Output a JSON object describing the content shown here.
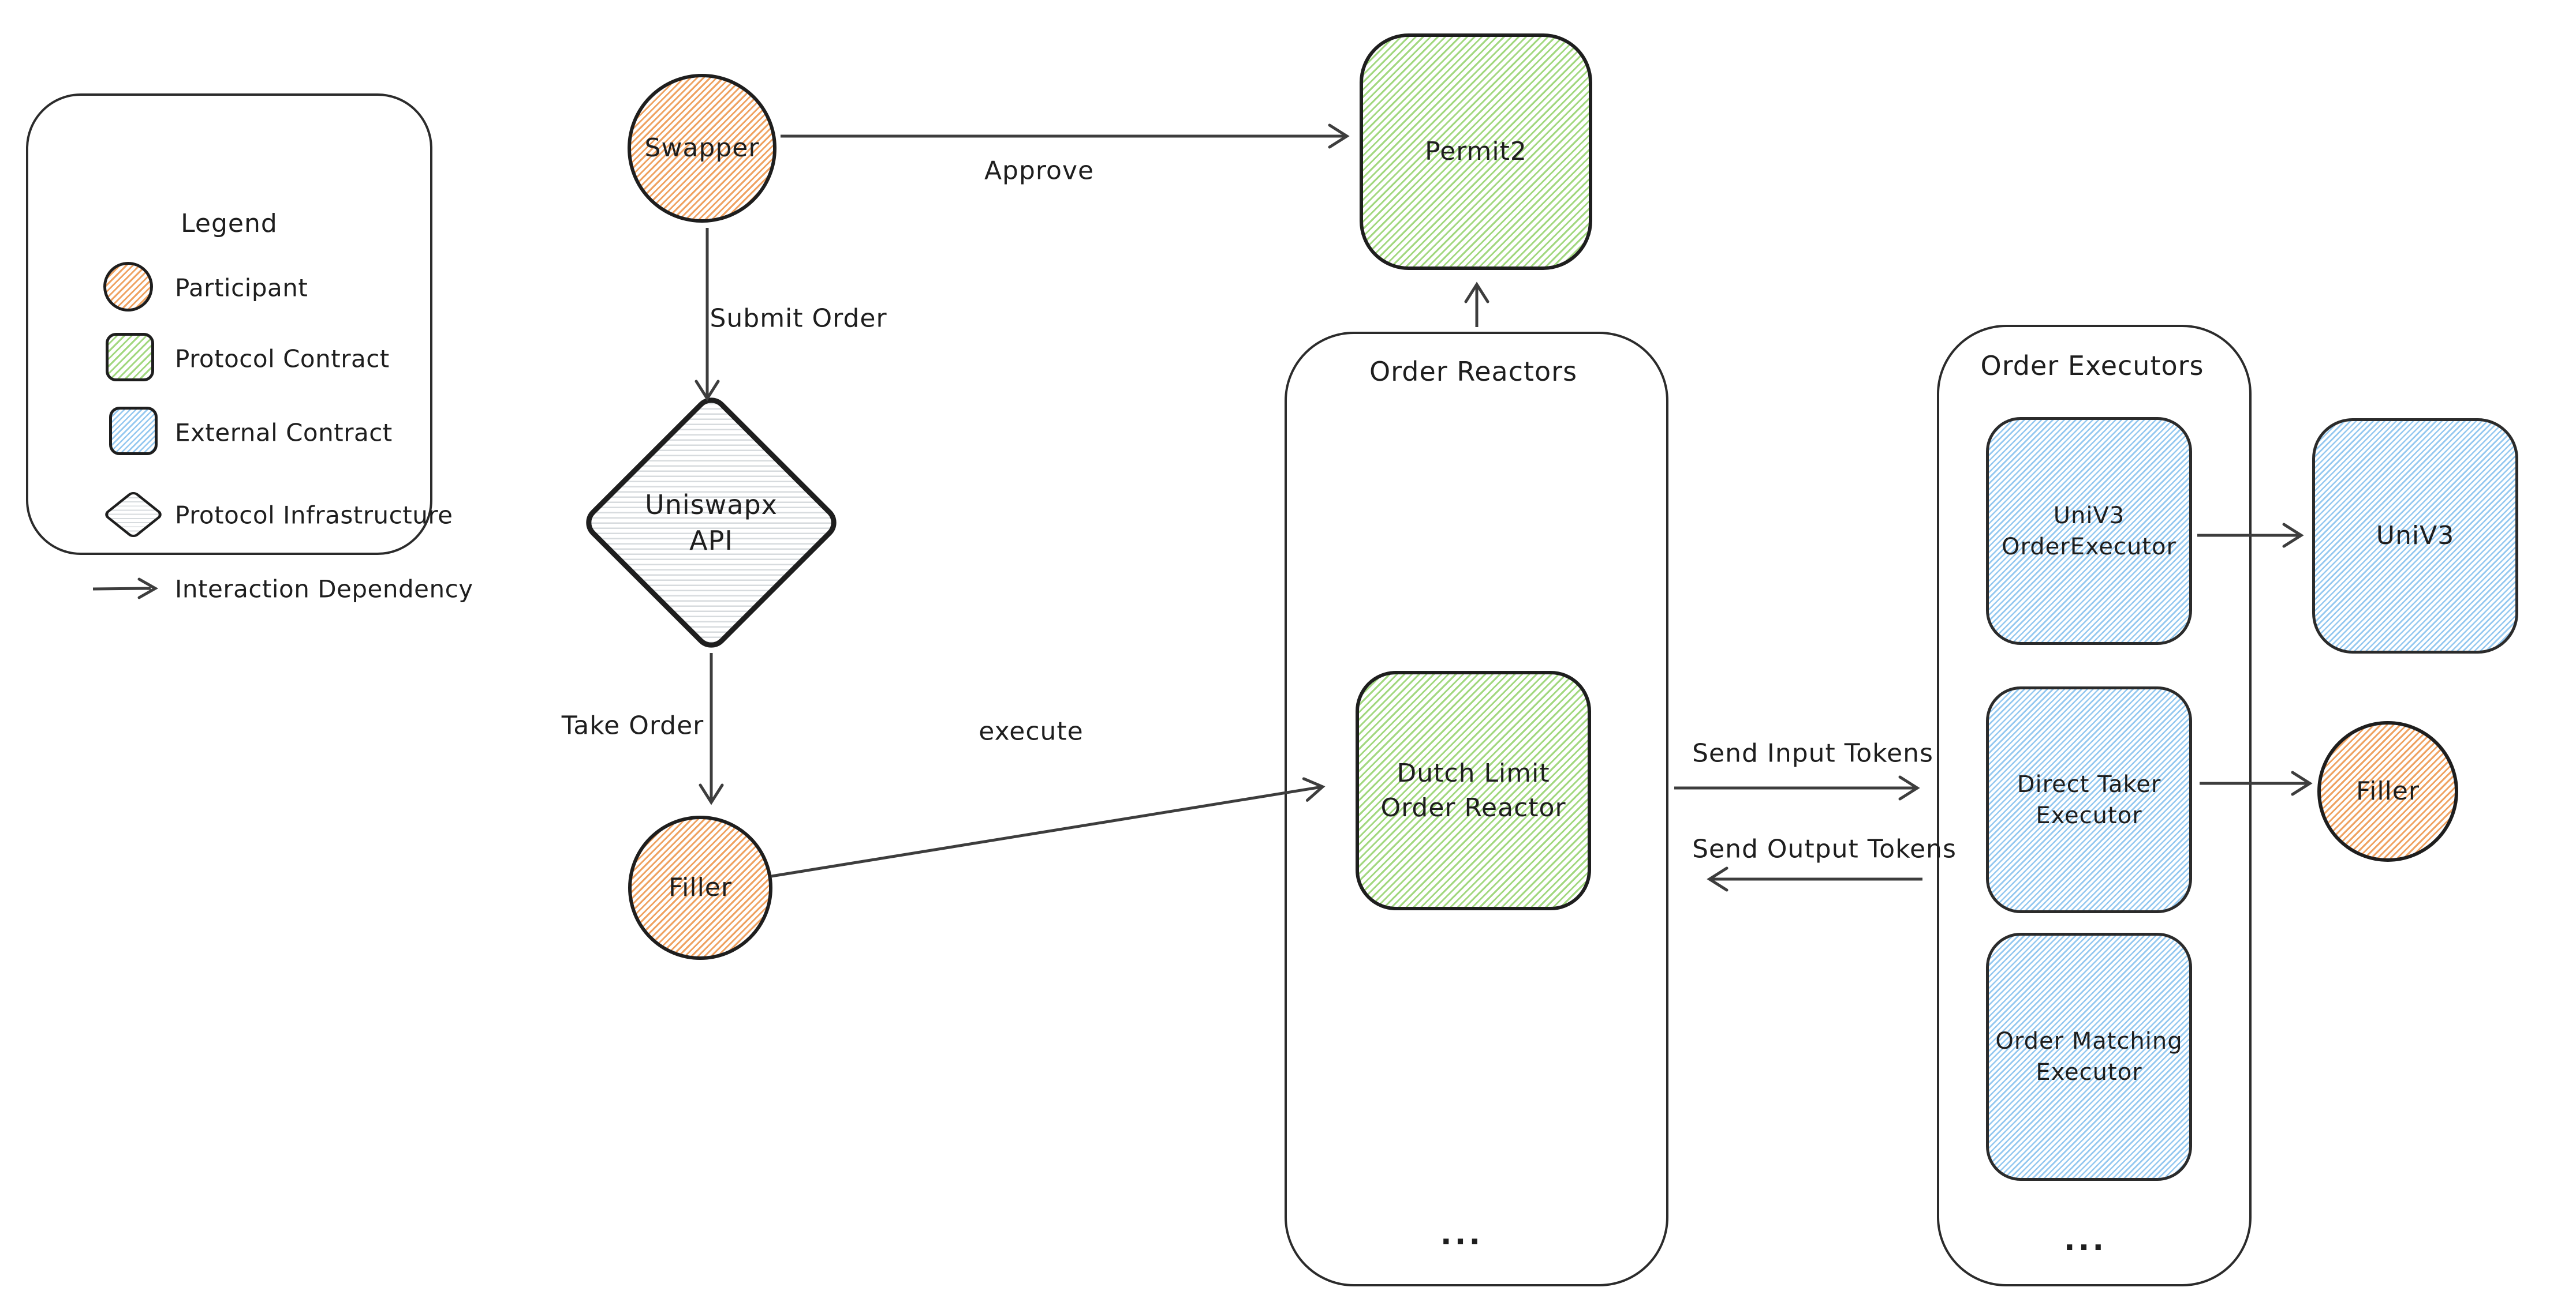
{
  "colors": {
    "ink": "#1e1e1e",
    "arrow": "#3d3d3d",
    "orange": "#efa261",
    "green": "#a2d87f",
    "blue": "#94c8f0",
    "gray": "#d7dbde"
  },
  "legend": {
    "title": "Legend",
    "items": [
      {
        "label": "Participant"
      },
      {
        "label": "Protocol Contract"
      },
      {
        "label": "External Contract"
      },
      {
        "label": "Protocol Infrastructure"
      },
      {
        "label": "Interaction Dependency"
      }
    ]
  },
  "nodes": {
    "swapper": "Swapper",
    "permit2": "Permit2",
    "uniswapx_api": "Uniswapx\nAPI",
    "filler": "Filler",
    "dutch_limit_order_reactor": "Dutch Limit\nOrder Reactor",
    "univ3_order_executor": "UniV3\nOrderExecutor",
    "direct_taker_executor": "Direct Taker\nExecutor",
    "order_matching_executor": "Order Matching\nExecutor",
    "univ3": "UniV3",
    "filler_right": "Filler"
  },
  "groups": {
    "order_reactors": {
      "label": "Order Reactors",
      "more": "..."
    },
    "order_executors": {
      "label": "Order Executors",
      "more": "..."
    }
  },
  "edges": {
    "approve": "Approve",
    "submit_order": "Submit Order",
    "take_order": "Take Order",
    "execute": "execute",
    "send_input_tokens": "Send Input Tokens",
    "send_output_tokens": "Send Output Tokens"
  }
}
